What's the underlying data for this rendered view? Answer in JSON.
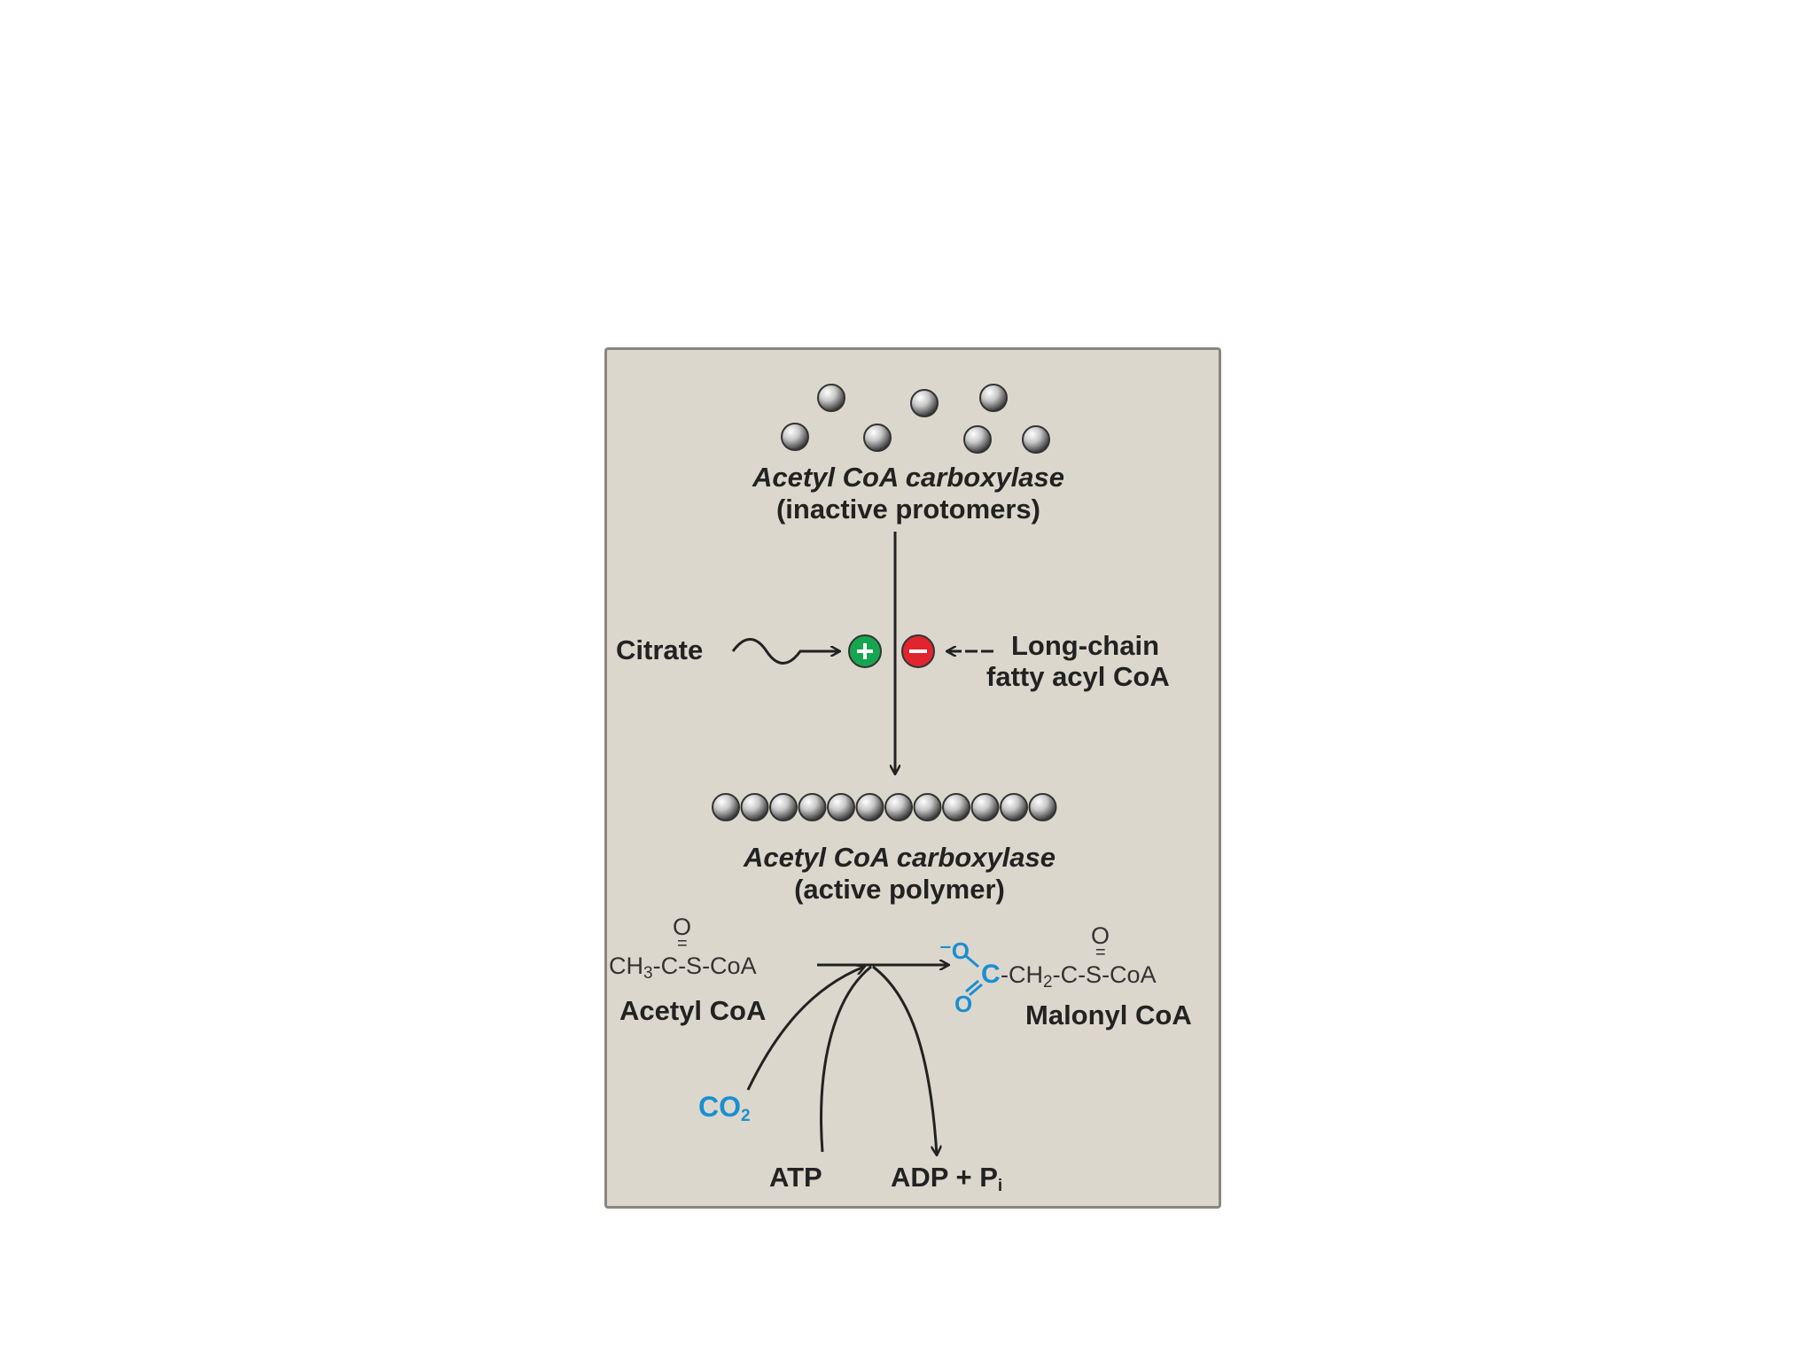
{
  "enzyme_inactive": {
    "name": "Acetyl CoA carboxylase",
    "state": "(inactive protomers)"
  },
  "enzyme_active": {
    "name": "Acetyl CoA carboxylase",
    "state": "(active polymer)"
  },
  "activator": {
    "label": "Citrate",
    "sign": "+"
  },
  "inhibitor": {
    "line1": "Long-chain",
    "line2": "fatty acyl CoA",
    "sign": "−"
  },
  "reactant": {
    "oxygen": "O",
    "formula_ch3": "CH",
    "sub3": "3",
    "formula_rest": "-C-S-CoA",
    "name": "Acetyl CoA"
  },
  "product": {
    "oxygen_top": "O",
    "ominus": "O",
    "c": "C",
    "o_bottom": "O",
    "chain": "-CH",
    "sub2": "2",
    "chain_rest": "-C-S-CoA",
    "name": "Malonyl CoA"
  },
  "co2": {
    "base": "CO",
    "sub": "2"
  },
  "atp": "ATP",
  "adp": {
    "base": "ADP + P",
    "sub": "i"
  },
  "colors": {
    "background": "#dcd7cc",
    "activator": "#17a650",
    "inhibitor": "#e0252f",
    "co2": "#1a8fd1"
  }
}
